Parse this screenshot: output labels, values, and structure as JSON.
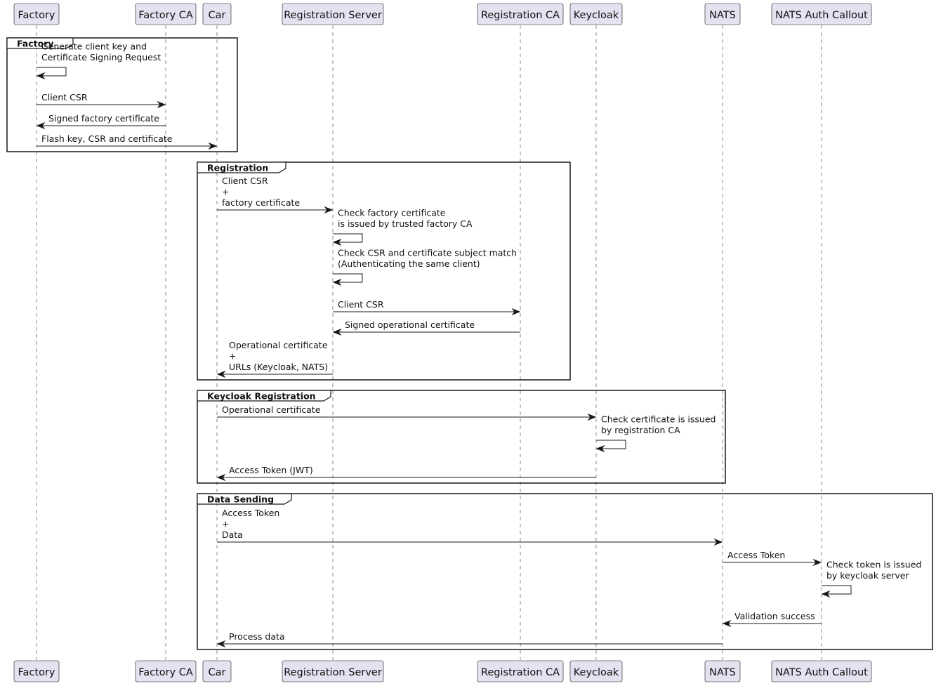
{
  "participants": [
    {
      "id": "factory",
      "label": "Factory"
    },
    {
      "id": "factory_ca",
      "label": "Factory CA"
    },
    {
      "id": "car",
      "label": "Car"
    },
    {
      "id": "reg_server",
      "label": "Registration Server"
    },
    {
      "id": "reg_ca",
      "label": "Registration CA"
    },
    {
      "id": "keycloak",
      "label": "Keycloak"
    },
    {
      "id": "nats",
      "label": "NATS"
    },
    {
      "id": "nats_auth",
      "label": "NATS Auth Callout"
    }
  ],
  "groups": [
    {
      "title": "Factory"
    },
    {
      "title": "Registration"
    },
    {
      "title": "Keycloak Registration"
    },
    {
      "title": "Data Sending"
    }
  ],
  "messages": [
    {
      "from": "factory",
      "to": "factory",
      "lines": [
        "Generate client key and",
        "Certificate Signing Request"
      ]
    },
    {
      "from": "factory",
      "to": "factory_ca",
      "lines": [
        "Client CSR"
      ]
    },
    {
      "from": "factory_ca",
      "to": "factory",
      "lines": [
        "Signed factory certificate"
      ]
    },
    {
      "from": "factory",
      "to": "car",
      "lines": [
        "Flash key, CSR and certificate"
      ]
    },
    {
      "from": "car",
      "to": "reg_server",
      "lines": [
        "Client CSR",
        "+",
        "factory certificate"
      ]
    },
    {
      "from": "reg_server",
      "to": "reg_server",
      "lines": [
        "Check factory certificate",
        "is issued by trusted factory CA"
      ]
    },
    {
      "from": "reg_server",
      "to": "reg_server",
      "lines": [
        "Check CSR and certificate subject match",
        "(Authenticating the same client)"
      ]
    },
    {
      "from": "reg_server",
      "to": "reg_ca",
      "lines": [
        "Client CSR"
      ]
    },
    {
      "from": "reg_ca",
      "to": "reg_server",
      "lines": [
        "Signed operational certificate"
      ]
    },
    {
      "from": "reg_server",
      "to": "car",
      "lines": [
        "Operational certificate",
        "+",
        "URLs (Keycloak, NATS)"
      ]
    },
    {
      "from": "car",
      "to": "keycloak",
      "lines": [
        "Operational certificate"
      ]
    },
    {
      "from": "keycloak",
      "to": "keycloak",
      "lines": [
        "Check certificate is issued",
        "by registration CA"
      ]
    },
    {
      "from": "keycloak",
      "to": "car",
      "lines": [
        "Access Token (JWT)"
      ]
    },
    {
      "from": "car",
      "to": "nats",
      "lines": [
        "Access Token",
        "+",
        "Data"
      ]
    },
    {
      "from": "nats",
      "to": "nats_auth",
      "lines": [
        "Access Token"
      ]
    },
    {
      "from": "nats_auth",
      "to": "nats_auth",
      "lines": [
        "Check token is issued",
        "by keycloak server"
      ]
    },
    {
      "from": "nats_auth",
      "to": "nats",
      "lines": [
        "Validation success"
      ]
    },
    {
      "from": "nats",
      "to": "car",
      "lines": [
        "Process data"
      ]
    }
  ]
}
